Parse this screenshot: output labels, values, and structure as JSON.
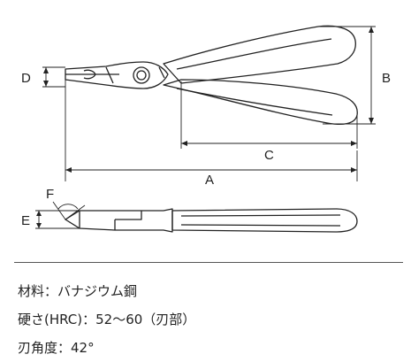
{
  "dimensions": {
    "a": "A",
    "b": "B",
    "c": "C",
    "d": "D",
    "e": "E",
    "f": "F"
  },
  "specs": {
    "material": "材料：バナジウム鋼",
    "hardness": "硬さ(HRC)：52～60（刃部）",
    "blade_angle": "刃角度：42°"
  }
}
